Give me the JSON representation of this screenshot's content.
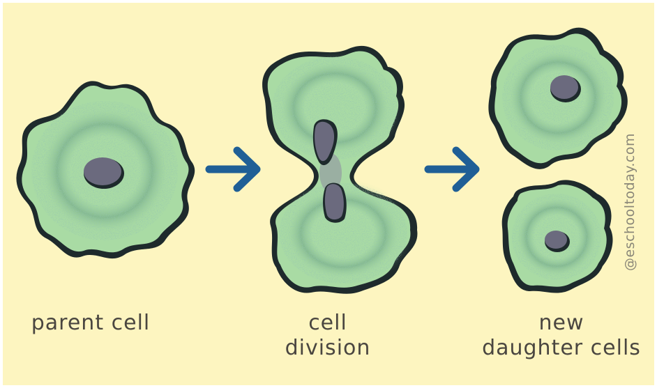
{
  "labels": {
    "parent": "parent cell",
    "division_line1": "cell",
    "division_line2": "division",
    "daughter_line1": "new",
    "daughter_line2": "daughter cells"
  },
  "watermark": "@eschooltoday.com",
  "colors": {
    "background": "#fdf5c0",
    "cell_fill": "#a9dba4",
    "cell_outline": "#1e2a2c",
    "nucleus": "#6b6a7e",
    "arrow": "#1f5f96"
  },
  "icons": {
    "arrow": "right-arrow-icon"
  }
}
